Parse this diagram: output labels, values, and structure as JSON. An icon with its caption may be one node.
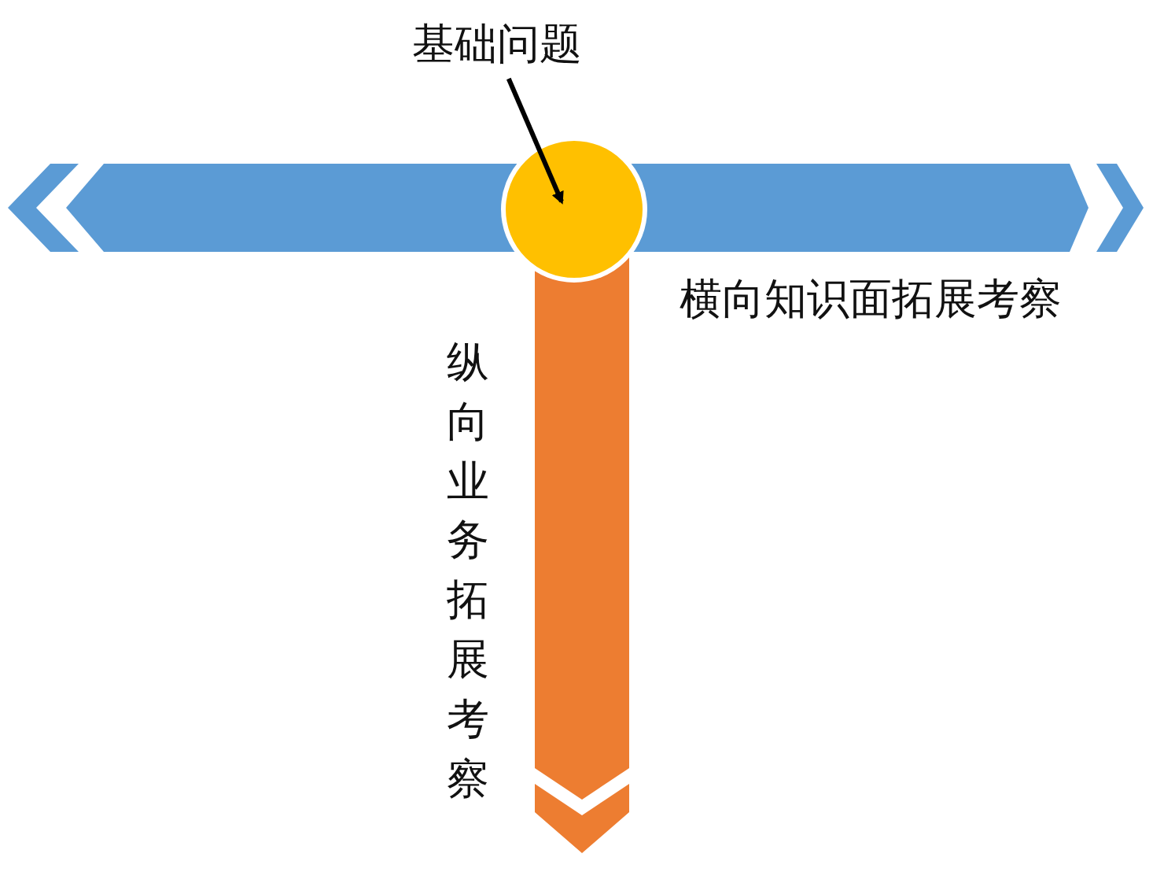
{
  "diagram": {
    "nodes": [
      {
        "text": [
          "基础问题"
        ]
      },
      {
        "text": [],
        "shape": "circle"
      }
    ],
    "edges": [
      {
        "from": 0,
        "to": 1,
        "arrow": "to"
      }
    ],
    "labels": [
      "横向知识面拓展考察",
      "纵向业务拓展考察"
    ]
  }
}
